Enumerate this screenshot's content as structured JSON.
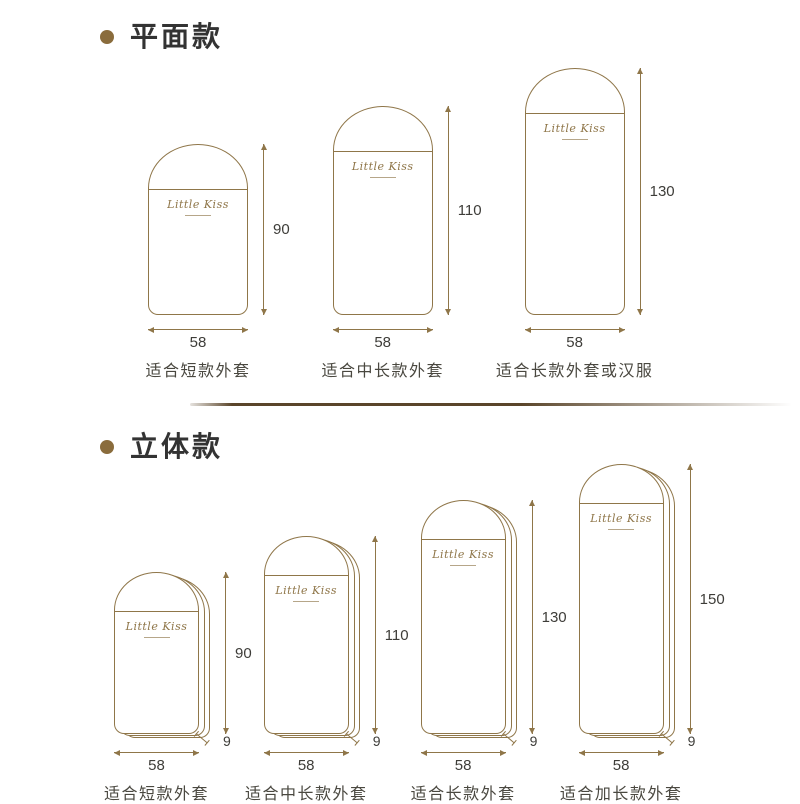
{
  "theme": {
    "line_gold": "#8f7649",
    "bullet_gold": "#8a6c3c",
    "title_color": "#333333",
    "number_color": "#3e3d39",
    "caption_color": "#4a4840",
    "divider_color": "#5a452a"
  },
  "sections": [
    {
      "id": "flat",
      "title": "平面款",
      "bags": [
        {
          "brand": "Little Kiss",
          "height_cm": "90",
          "width_cm": "58",
          "caption": "适合短款外套"
        },
        {
          "brand": "Little Kiss",
          "height_cm": "110",
          "width_cm": "58",
          "caption": "适合中长款外套"
        },
        {
          "brand": "Little Kiss",
          "height_cm": "130",
          "width_cm": "58",
          "caption": "适合长款外套或汉服"
        }
      ]
    },
    {
      "id": "solid",
      "title": "立体款",
      "bags": [
        {
          "brand": "Little Kiss",
          "height_cm": "90",
          "width_cm": "58",
          "depth_cm": "9",
          "caption": "适合短款外套"
        },
        {
          "brand": "Little Kiss",
          "height_cm": "110",
          "width_cm": "58",
          "depth_cm": "9",
          "caption": "适合中长款外套"
        },
        {
          "brand": "Little Kiss",
          "height_cm": "130",
          "width_cm": "58",
          "depth_cm": "9",
          "caption": "适合长款外套"
        },
        {
          "brand": "Little Kiss",
          "height_cm": "150",
          "width_cm": "58",
          "depth_cm": "9",
          "caption": "适合加长款外套"
        }
      ]
    }
  ]
}
